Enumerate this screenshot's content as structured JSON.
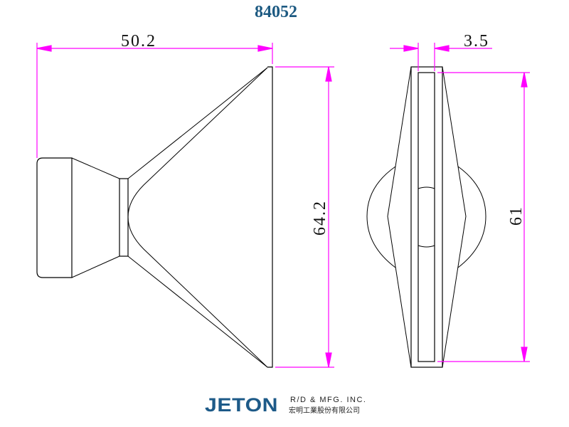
{
  "title": "84052",
  "dimensions": {
    "width": "50.2",
    "height_left": "64.2",
    "thickness": "3.5",
    "height_right": "61"
  },
  "colors": {
    "dimension": "#ff00ff",
    "title": "#1d5a82",
    "outline": "#000000"
  },
  "logo": {
    "brand": "JETON",
    "subtitle_en": "R/D & MFG. INC.",
    "subtitle_zh": "宏明工業股份有限公司"
  }
}
